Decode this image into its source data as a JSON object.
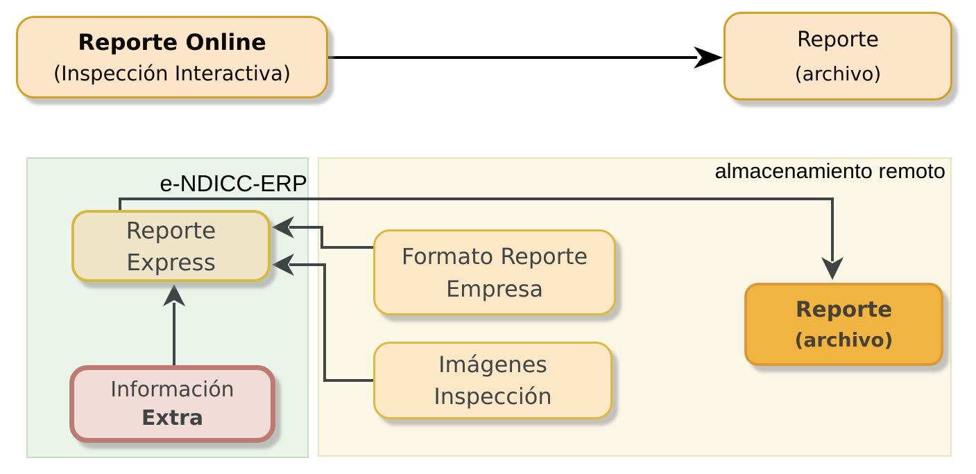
{
  "diagram": {
    "title_flow": {
      "online_box": {
        "line1": "Reporte Online",
        "line2": "(Inspección Interactiva)"
      },
      "archivo_box": {
        "line1": "Reporte",
        "line2": "(archivo)"
      }
    },
    "panels": {
      "erp": {
        "label": "e-NDICC-ERP"
      },
      "remote": {
        "label": "almacenamiento remoto"
      }
    },
    "nodes": {
      "reporte_express": {
        "line1": "Reporte",
        "line2": "Express"
      },
      "formato_reporte": {
        "line1": "Formato Reporte",
        "line2": "Empresa"
      },
      "imagenes_inspeccion": {
        "line1": "Imágenes",
        "line2": "Inspección"
      },
      "reporte_archivo_remoto": {
        "line1": "Reporte",
        "line2": "(archivo)"
      },
      "informacion_extra": {
        "line1": "Información",
        "line2": "Extra"
      }
    },
    "edges": [
      {
        "from": "reporte_online",
        "to": "reporte_archivo_top"
      },
      {
        "from": "reporte_express",
        "to": "reporte_archivo_remoto"
      },
      {
        "from": "formato_reporte",
        "to": "reporte_express"
      },
      {
        "from": "imagenes_inspeccion",
        "to": "reporte_express"
      },
      {
        "from": "informacion_extra",
        "to": "reporte_express"
      }
    ]
  },
  "colors": {
    "peach-fill": "#fce5c8",
    "gold-border": "#d5a021",
    "gold-border2": "#dfb83f",
    "tan-fill": "#f0e4c8",
    "tan-border": "#d7b93e",
    "light-peach-fill": "#fce8c7",
    "cream-panel": "#fbf7e7",
    "cream-panel-border": "#eae1bf",
    "green-panel": "#ebf4ea",
    "green-panel-border": "#c5dec3",
    "amber-fill": "#f2b441",
    "amber-border": "#d9993a",
    "pink-fill": "#f1dcd7",
    "pink-border": "#be7b72",
    "dark-text": "#3f4545",
    "arrow-dark": "#3f4545",
    "arrow-black": "#000000"
  }
}
